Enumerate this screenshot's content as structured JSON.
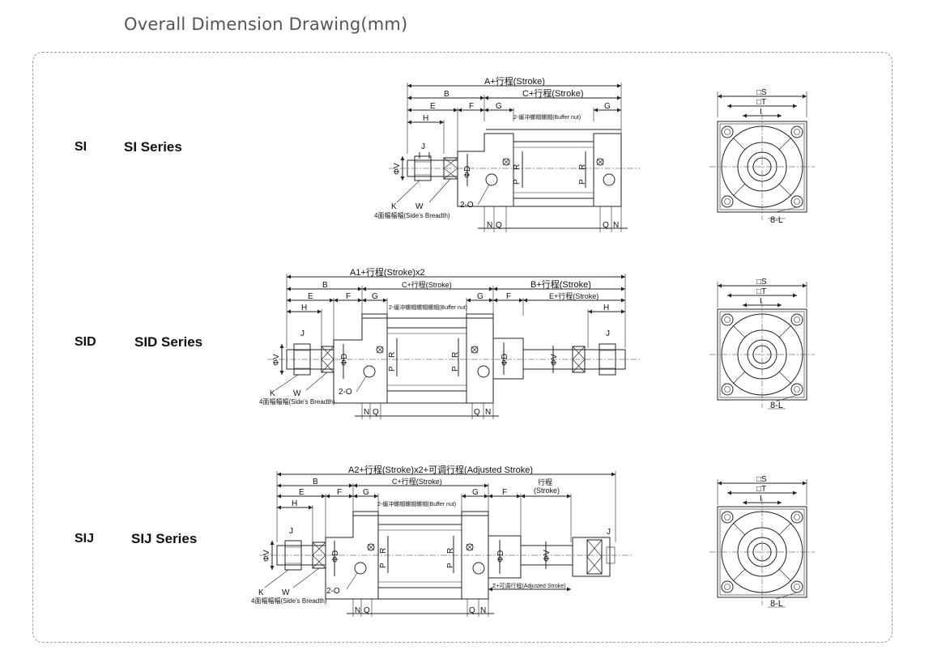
{
  "page": {
    "title": "Overall Dimension Drawing(mm)"
  },
  "series": [
    {
      "code": "SI",
      "name": "SI Series",
      "overall_dim": "A+行程(Stroke)",
      "stroke_dim": "C+行程(Stroke)",
      "buffer_note": "2-缓冲螺帽螺帽(Buffer nut)",
      "side_note": "4面幅幅幅(Side's Breadth)"
    },
    {
      "code": "SID",
      "name": "SID Series",
      "overall_dim": "A1+行程(Stroke)x2",
      "stroke_dim": "C+行程(Stroke)",
      "rear_dim": "B+行程(Stroke)",
      "rear_sub_dim": "E+行程(Stroke)",
      "buffer_note": "2-缓冲螺帽螺帽螺帽(Buffer nut)",
      "side_note": "4面幅幅幅(Side's Breadth)"
    },
    {
      "code": "SIJ",
      "name": "SIJ Series",
      "overall_dim": "A2+行程(Stroke)x2+可调行程(Adjusted Stroke)",
      "stroke_dim": "C+行程(Stroke)",
      "rear_stroke_cn": "行程",
      "rear_stroke_en": "(Stroke)",
      "adjust_dim": "Z+可调行程(Adjusted Stroke)",
      "buffer_note": "2-缓冲螺帽螺帽螺帽(Buffer nut)",
      "side_note": "4面幅幅幅(Side's Breadth)"
    }
  ],
  "labels": {
    "B": "B",
    "C": "C",
    "E": "E",
    "F": "F",
    "G": "G",
    "H": "H",
    "J": "J",
    "K": "K",
    "W": "W",
    "V": "ΦV",
    "D": "ΦD",
    "P": "P",
    "R": "R",
    "N": "N",
    "Q": "Q",
    "O": "2-O",
    "S": "□S",
    "T": "□T",
    "I": "I",
    "L": "8-L"
  }
}
